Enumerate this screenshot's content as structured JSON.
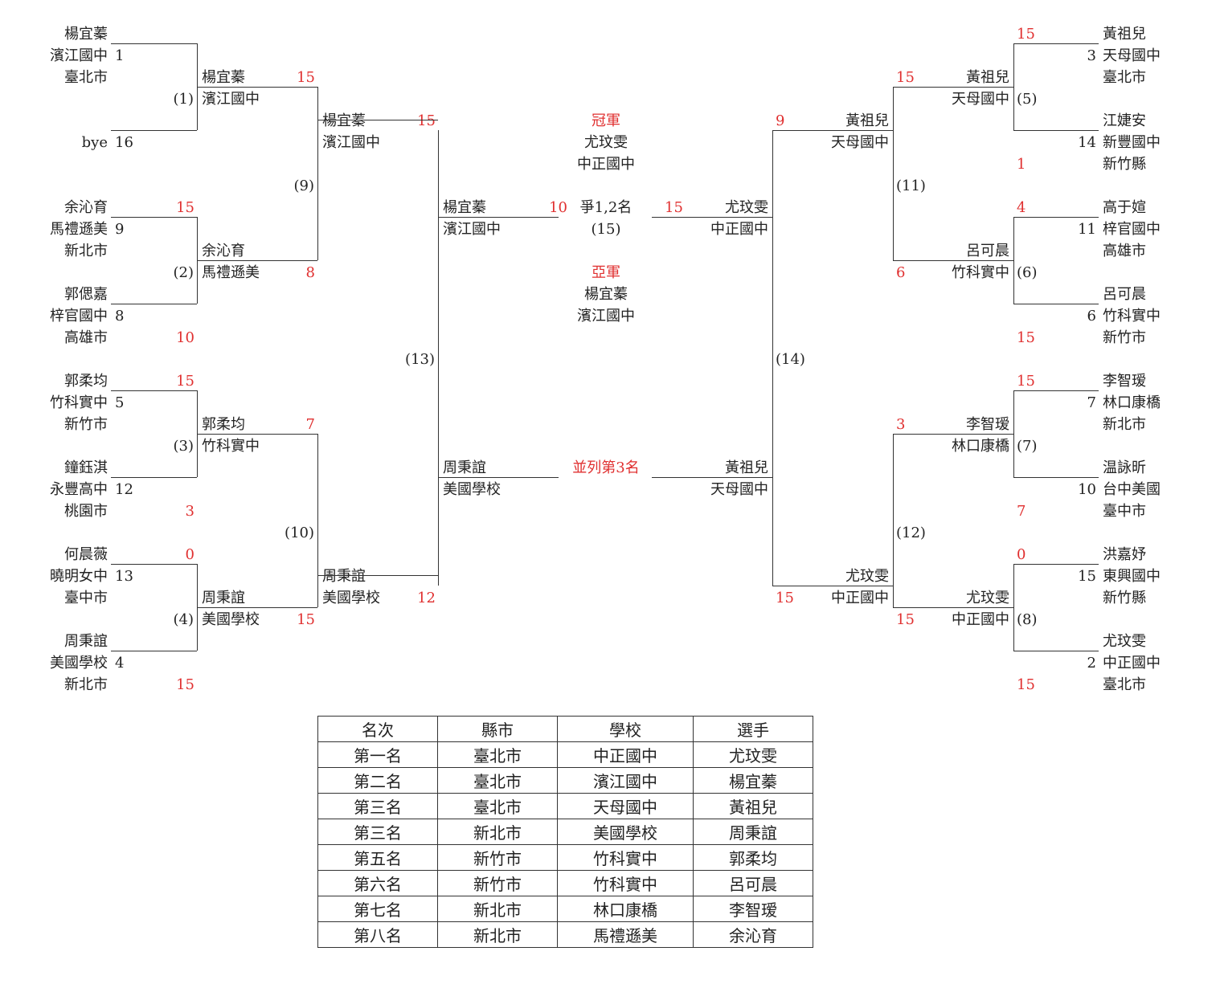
{
  "bracket": {
    "left": {
      "r1": [
        {
          "name": "楊宜蓁",
          "school": "濱江國中",
          "seed": "1",
          "city": "臺北市",
          "score": ""
        },
        {
          "name": "",
          "school": "",
          "seed": "16",
          "city": "",
          "bye": "bye",
          "score": ""
        },
        {
          "name": "余沁育",
          "school": "馬禮遜美",
          "seed": "9",
          "city": "新北市",
          "score": "15"
        },
        {
          "name": "郭偲嘉",
          "school": "梓官國中",
          "seed": "8",
          "city": "高雄市",
          "score": "10"
        },
        {
          "name": "郭柔均",
          "school": "竹科實中",
          "seed": "5",
          "city": "新竹市",
          "score": "15"
        },
        {
          "name": "鐘鈺淇",
          "school": "永豐高中",
          "seed": "12",
          "city": "桃園市",
          "score": "3"
        },
        {
          "name": "何晨薇",
          "school": "曉明女中",
          "seed": "13",
          "city": "臺中市",
          "score": "0"
        },
        {
          "name": "周秉誼",
          "school": "美國學校",
          "seed": "4",
          "city": "新北市",
          "score": "15"
        }
      ],
      "r2": [
        {
          "name": "楊宜蓁",
          "school": "濱江國中",
          "score": "15"
        },
        {
          "name": "余沁育",
          "school": "馬禮遜美",
          "score": "8"
        },
        {
          "name": "郭柔均",
          "school": "竹科實中",
          "score": "7"
        },
        {
          "name": "周秉誼",
          "school": "美國學校",
          "score": "15"
        }
      ],
      "r3": [
        {
          "name": "楊宜蓁",
          "school": "濱江國中",
          "score": "15"
        },
        {
          "name": "周秉誼",
          "school": "美國學校",
          "score": "12"
        }
      ],
      "r4": [
        {
          "name": "楊宜蓁",
          "school": "濱江國中",
          "score": "10"
        },
        {
          "name": "周秉誼",
          "school": "美國學校",
          "score": ""
        }
      ]
    },
    "right": {
      "r1": [
        {
          "name": "黃祖兒",
          "school": "天母國中",
          "seed": "3",
          "city": "臺北市",
          "score": "15"
        },
        {
          "name": "江婕安",
          "school": "新豐國中",
          "seed": "14",
          "city": "新竹縣",
          "score": "1"
        },
        {
          "name": "高于媗",
          "school": "梓官國中",
          "seed": "11",
          "city": "高雄市",
          "score": "4"
        },
        {
          "name": "呂可晨",
          "school": "竹科實中",
          "seed": "6",
          "city": "新竹市",
          "score": "15"
        },
        {
          "name": "李智瑷",
          "school": "林口康橋",
          "seed": "7",
          "city": "新北市",
          "score": "15"
        },
        {
          "name": "温詠昕",
          "school": "台中美國",
          "seed": "10",
          "city": "臺中市",
          "score": "7"
        },
        {
          "name": "洪嘉妤",
          "school": "東興國中",
          "seed": "15",
          "city": "新竹縣",
          "score": "0"
        },
        {
          "name": "尤玟雯",
          "school": "中正國中",
          "seed": "2",
          "city": "臺北市",
          "score": "15"
        }
      ],
      "r2": [
        {
          "name": "黃祖兒",
          "school": "天母國中",
          "score": "15"
        },
        {
          "name": "呂可晨",
          "school": "竹科實中",
          "score": "6"
        },
        {
          "name": "李智瑷",
          "school": "林口康橋",
          "score": "3"
        },
        {
          "name": "尤玟雯",
          "school": "中正國中",
          "score": "15"
        }
      ],
      "r3": [
        {
          "name": "黃祖兒",
          "school": "天母國中",
          "score": "9"
        },
        {
          "name": "尤玟雯",
          "school": "中正國中",
          "score": "15"
        }
      ],
      "r4": [
        {
          "name": "尤玟雯",
          "school": "中正國中",
          "score": "15"
        },
        {
          "name": "黃祖兒",
          "school": "天母國中",
          "score": ""
        }
      ]
    },
    "match_numbers": [
      "(1)",
      "(2)",
      "(3)",
      "(4)",
      "(5)",
      "(6)",
      "(7)",
      "(8)",
      "(9)",
      "(10)",
      "(11)",
      "(12)",
      "(13)",
      "(14)",
      "(15)"
    ],
    "center": {
      "champion_title": "冠軍",
      "champion_name": "尤玟雯",
      "champion_school": "中正國中",
      "final_label": "爭1,2名",
      "final_match": "(15)",
      "runnerup_title": "亞軍",
      "runnerup_name": "楊宜蓁",
      "runnerup_school": "濱江國中",
      "third_label": "並列第3名"
    }
  },
  "standings": {
    "headers": [
      "名次",
      "縣市",
      "學校",
      "選手"
    ],
    "rows": [
      [
        "第一名",
        "臺北市",
        "中正國中",
        "尤玟雯"
      ],
      [
        "第二名",
        "臺北市",
        "濱江國中",
        "楊宜蓁"
      ],
      [
        "第三名",
        "臺北市",
        "天母國中",
        "黃祖兒"
      ],
      [
        "第三名",
        "新北市",
        "美國學校",
        "周秉誼"
      ],
      [
        "第五名",
        "新竹市",
        "竹科實中",
        "郭柔均"
      ],
      [
        "第六名",
        "新竹市",
        "竹科實中",
        "呂可晨"
      ],
      [
        "第七名",
        "新北市",
        "林口康橋",
        "李智瑷"
      ],
      [
        "第八名",
        "新北市",
        "馬禮遜美",
        "余沁育"
      ]
    ]
  },
  "colors": {
    "score": "#e03030",
    "line": "#333333",
    "text": "#222222"
  }
}
